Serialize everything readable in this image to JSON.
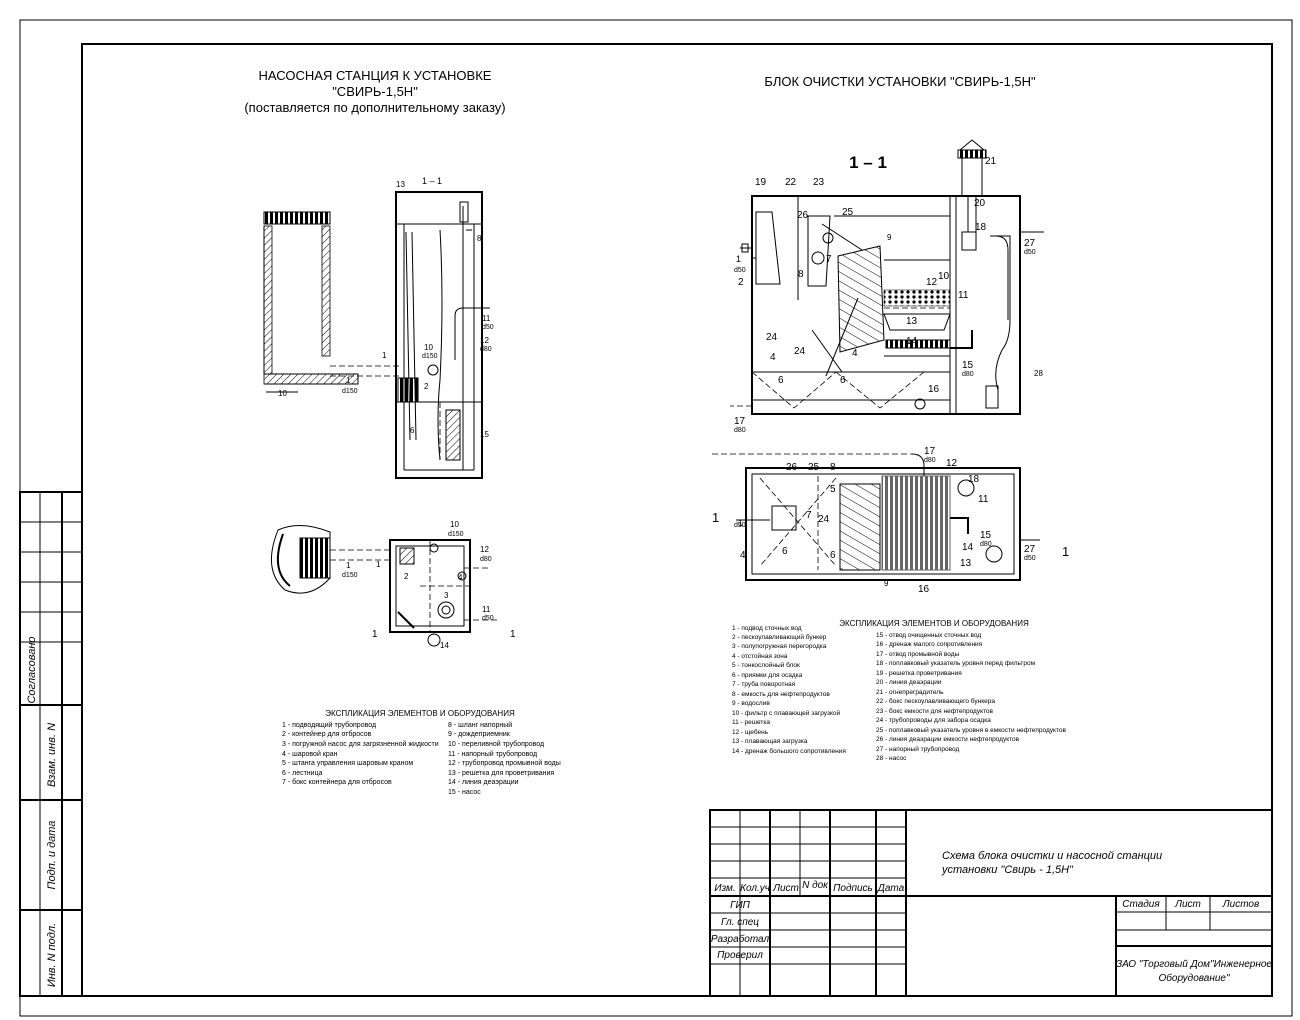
{
  "left": {
    "title_1": "НАСОСНАЯ СТАНЦИЯ К УСТАНОВКЕ",
    "title_2": "\"СВИРЬ-1,5Н\"",
    "title_3": "(поставляется по дополнительному заказу)",
    "section_label": "1 – 1",
    "legend_title": "ЭКСПЛИКАЦИЯ ЭЛЕМЕНТОВ И ОБОРУДОВАНИЯ",
    "legend_col1": [
      "1 - подводящий трубопровод",
      "2 - контейнер для отбросов",
      "3 - погружной насос для загрязненной жидкости",
      "4 - шаровой кран",
      "5 - штанга управления шаровым краном",
      "6 - лестница",
      "7 - бокс контейнера для отбросов"
    ],
    "legend_col2": [
      "8 - шланг напорный",
      "9 - дождеприемник",
      "10 - переливной трубопровод",
      "11 - напорный трубопровод",
      "12 - трубопровод промывной воды",
      "13 - решетка для проветривания",
      "14 - линия деаэрации",
      "15 - насос"
    ],
    "callouts": [
      "13",
      "8",
      "1",
      "d150",
      "10",
      "d150",
      "2",
      "11",
      "d50",
      "12",
      "d80",
      "6",
      "15",
      "10",
      "1",
      "d150"
    ],
    "plan_callouts": [
      "10",
      "d150",
      "12",
      "d80",
      "4",
      "2",
      "1",
      "d150",
      "1",
      "3",
      "11",
      "d50",
      "14",
      "1",
      "1"
    ]
  },
  "right": {
    "title": "БЛОК ОЧИСТКИ УСТАНОВКИ \"СВИРЬ-1,5Н\"",
    "section_label": "1 – 1",
    "legend_title": "ЭКСПЛИКАЦИЯ ЭЛЕМЕНТОВ И ОБОРУДОВАНИЯ",
    "legend_col1": [
      "1 - подвод сточных вод",
      "2 - пескоулавливающий бункер",
      "3 - полупогружная перегородка",
      "4 - отстойная зона",
      "5 - тонкослойный блок",
      "6 - приямки для осадка",
      "7 - труба поворотная",
      "8 - емкость для нефтепродуктов",
      "9 - водослив",
      "10 - фильтр с плавающей загрузкой",
      "11 - решетка",
      "12 - щебень",
      "13 - плавающая загрузка",
      "14 - дренаж большого сопротивления"
    ],
    "legend_col2": [
      "15 - отвод очищенных сточных вод",
      "16 - дренаж малого сопротивления",
      "17 - отвод промывной воды",
      "18 - поплавковый указатель уровня перед фильтром",
      "19 - решетка проветривания",
      "20 - линия деаэрации",
      "21 - огнепреградитель",
      "22 - бокс пескоулавливающего бункера",
      "23 - бокс емкости для нефтепродуктов",
      "24 -  трубопроводы для забора осадка",
      "25 - поплавковый указатель уровня в емкости нефтепродуктов",
      "26 - линия деаэрации емкости нефтепродуктов",
      "27 - напорный трубопровод",
      "28 - насос"
    ],
    "section_callouts": [
      "19",
      "22",
      "23",
      "21",
      "20",
      "26",
      "25",
      "9",
      "18",
      "27",
      "d50",
      "1",
      "d50",
      "2",
      "7",
      "8",
      "12",
      "10",
      "11",
      "13",
      "24",
      "24",
      "4",
      "14",
      "15",
      "d80",
      "28",
      "6",
      "6",
      "16",
      "17",
      "d80"
    ],
    "plan_callouts": [
      "17",
      "d80",
      "12",
      "18",
      "26",
      "25",
      "8",
      "5",
      "11",
      "1",
      "d50",
      "7",
      "24",
      "15",
      "d80",
      "27",
      "d50",
      "1",
      "4",
      "6",
      "6",
      "14",
      "13",
      "9",
      "16"
    ]
  },
  "stamp": {
    "side_labels": [
      "Согласовано",
      "Взам. инв. N",
      "Подп. и дата",
      "Инв. N подл."
    ],
    "headers": [
      "Изм.",
      "Кол.уч",
      "Лист",
      "N док",
      "Подпись",
      "Дата"
    ],
    "roles": [
      "ГИП",
      "Гл. спец",
      "Разработал",
      "Проверил"
    ],
    "title_1": "Схема  блока очистки и насосной станции",
    "title_2": "установки  \"Свирь - 1,5Н\"",
    "stage_headers": [
      "Стадия",
      "Лист",
      "Листов"
    ],
    "company_1": "ЗАО \"Торговый Дом\"Инженерное",
    "company_2": "Оборудование\""
  }
}
